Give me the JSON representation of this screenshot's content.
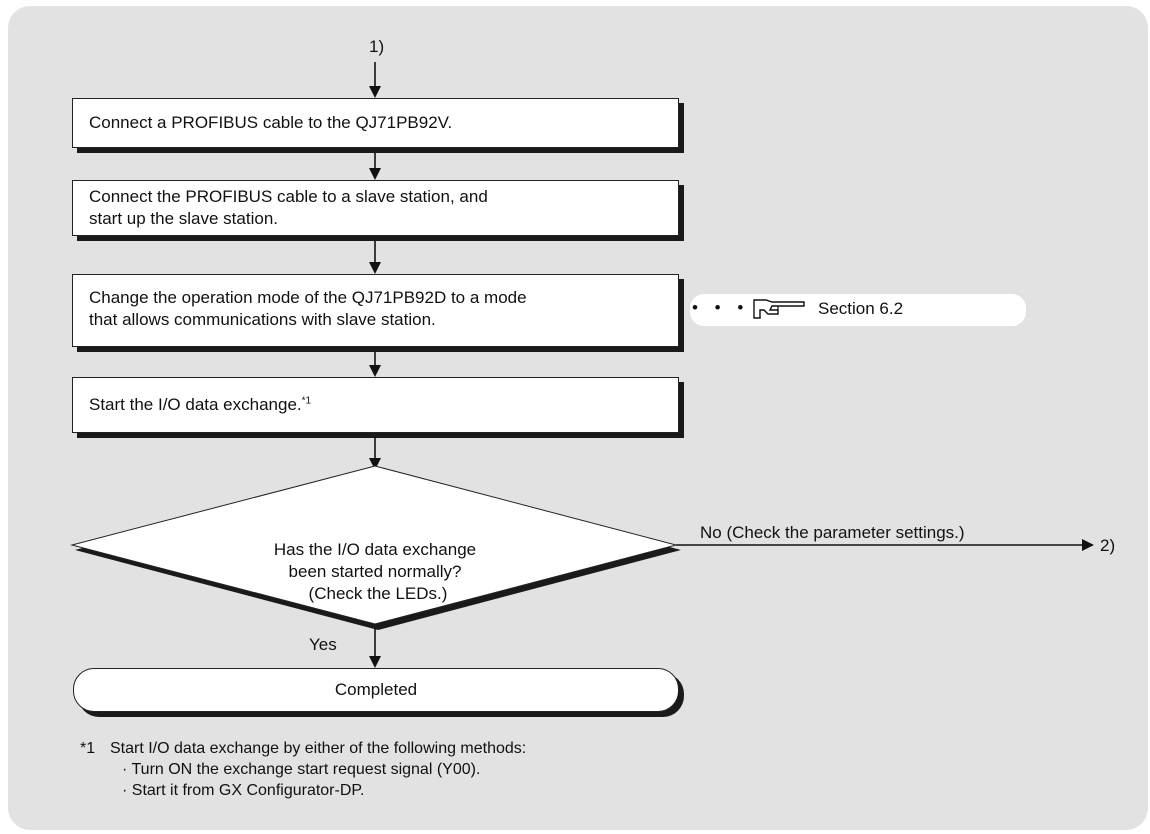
{
  "connectors": {
    "top": "1)",
    "right": "2)"
  },
  "steps": [
    {
      "lines": [
        "Connect a PROFIBUS cable to the QJ71PB92V."
      ]
    },
    {
      "lines": [
        "Connect the PROFIBUS cable to a slave station, and",
        "start up the slave station."
      ]
    },
    {
      "lines": [
        "Change the operation mode of the QJ71PB92D to a mode",
        "that allows communications with slave station."
      ]
    },
    {
      "lines": [
        "Start the I/O data exchange."
      ],
      "note_mark": "*1"
    }
  ],
  "reference": {
    "dots": "• • •",
    "label": "Section 6.2",
    "icon": "pointing-hand-icon"
  },
  "decision": {
    "lines": [
      "Has the I/O data exchange",
      "been started normally?",
      "(Check the LEDs.)"
    ],
    "no_label": "No (Check the parameter settings.)",
    "yes_label": "Yes"
  },
  "terminal": {
    "label": "Completed"
  },
  "footnote": {
    "mark": "*1",
    "text": "Start I/O data exchange by either of the following methods:",
    "items": [
      "· Turn ON the exchange start request signal (Y00).",
      "· Start it from GX Configurator-DP."
    ]
  },
  "colors": {
    "panel": "#e2e2e2",
    "box": "#ffffff",
    "border": "#222222",
    "shadow": "#1a1a1a"
  }
}
